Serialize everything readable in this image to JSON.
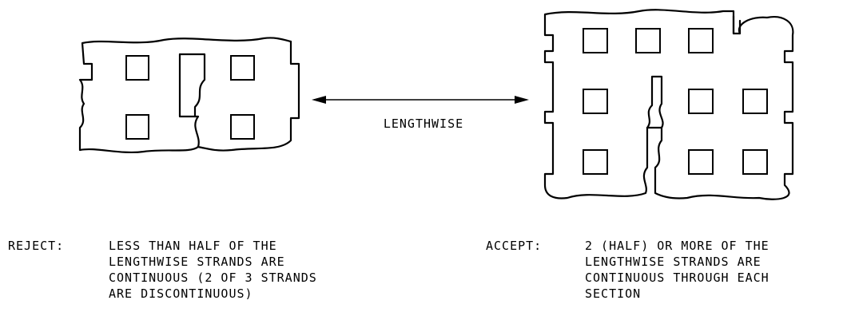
{
  "direction_label": "LENGTHWISE",
  "reject": {
    "heading": "REJECT:",
    "lines": [
      "LESS THAN HALF OF THE",
      "LENGTHWISE STRANDS ARE",
      "CONTINUOUS (2 OF 3 STRANDS",
      "ARE DISCONTINUOUS)"
    ]
  },
  "accept": {
    "heading": "ACCEPT:",
    "lines": [
      "2 (HALF) OR MORE OF THE",
      "LENGTHWISE STRANDS ARE",
      "CONTINUOUS THROUGH EACH",
      "SECTION"
    ]
  }
}
